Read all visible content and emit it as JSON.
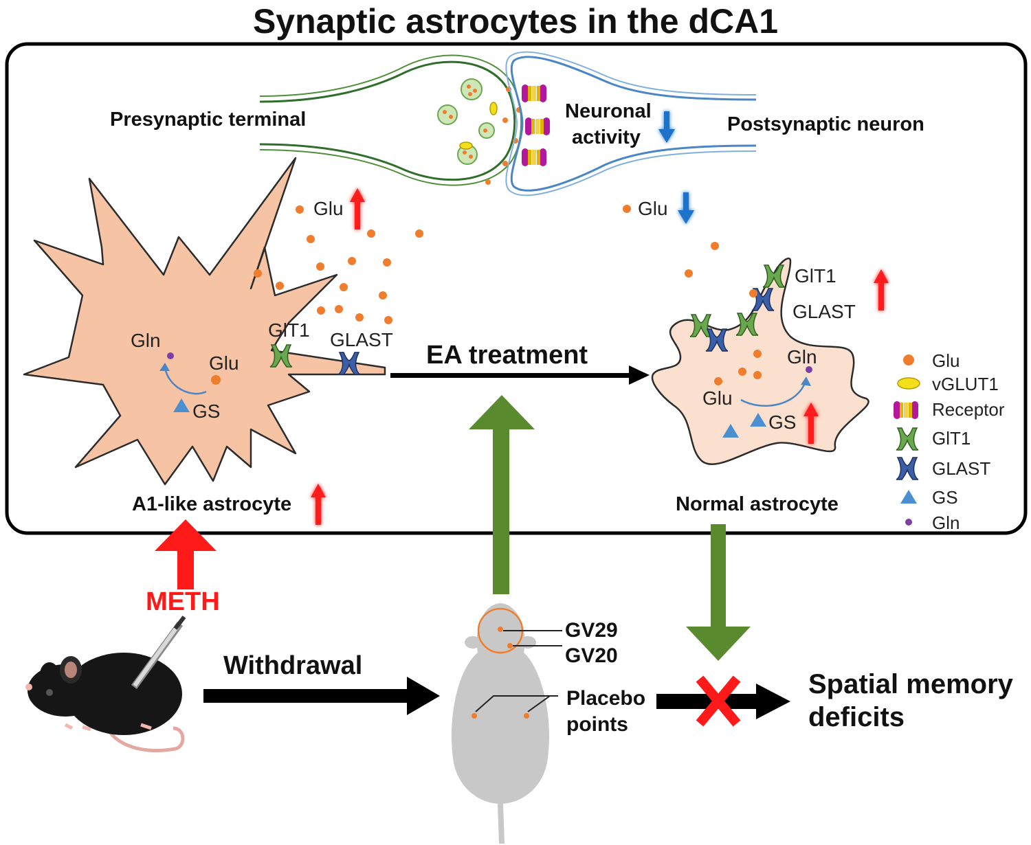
{
  "title": "Synaptic astrocytes in the dCA1",
  "synapse": {
    "presynaptic_label": "Presynaptic terminal",
    "postsynaptic_label": "Postsynaptic neuron",
    "neuronal_activity_line1": "Neuronal",
    "neuronal_activity_line2": "activity"
  },
  "left_astrocyte": {
    "glu_label": "Glu",
    "gln_label": "Gln",
    "inner_glu_label": "Glu",
    "gs_label": "GS",
    "glt1_label": "GlT1",
    "glast_label": "GLAST",
    "name": "A1-like astrocyte"
  },
  "right_astrocyte": {
    "glu_label": "Glu",
    "glt1_label": "GlT1",
    "glast_label": "GLAST",
    "gln_label": "Gln",
    "inner_glu_label": "Glu",
    "gs_label": "GS",
    "name": "Normal astrocyte"
  },
  "ea_treatment": "EA treatment",
  "legend": [
    {
      "icon": "glu-dot-icon",
      "label": "Glu"
    },
    {
      "icon": "vglut1-icon",
      "label": "vGLUT1"
    },
    {
      "icon": "receptor-icon",
      "label": "Receptor"
    },
    {
      "icon": "glt1-transporter-icon",
      "label": "GlT1"
    },
    {
      "icon": "glast-transporter-icon",
      "label": "GLAST"
    },
    {
      "icon": "gs-triangle-icon",
      "label": "GS"
    },
    {
      "icon": "gln-dot-icon",
      "label": "Gln"
    }
  ],
  "meth_label": "METH",
  "withdrawal_label": "Withdrawal",
  "acupoints": {
    "gv29": "GV29",
    "gv20": "GV20",
    "placebo_line1": "Placebo",
    "placebo_line2": "points"
  },
  "outcome_line1": "Spatial memory",
  "outcome_line2": "deficits",
  "colors": {
    "astrocyte_a1": "#f6c4a5",
    "astrocyte_normal": "#fbe0cf",
    "glu_dot": "#f07d2e",
    "gln_dot": "#7b3fa6",
    "up_arrow": "#ff1a1a",
    "down_arrow": "#1a73c9",
    "green_arrow": "#5a8a2e",
    "meth_red": "#ff1a1a",
    "glt1_green": "#6aa84f",
    "glast_blue": "#3b5ea8",
    "gs_blue": "#4a8fd0"
  }
}
